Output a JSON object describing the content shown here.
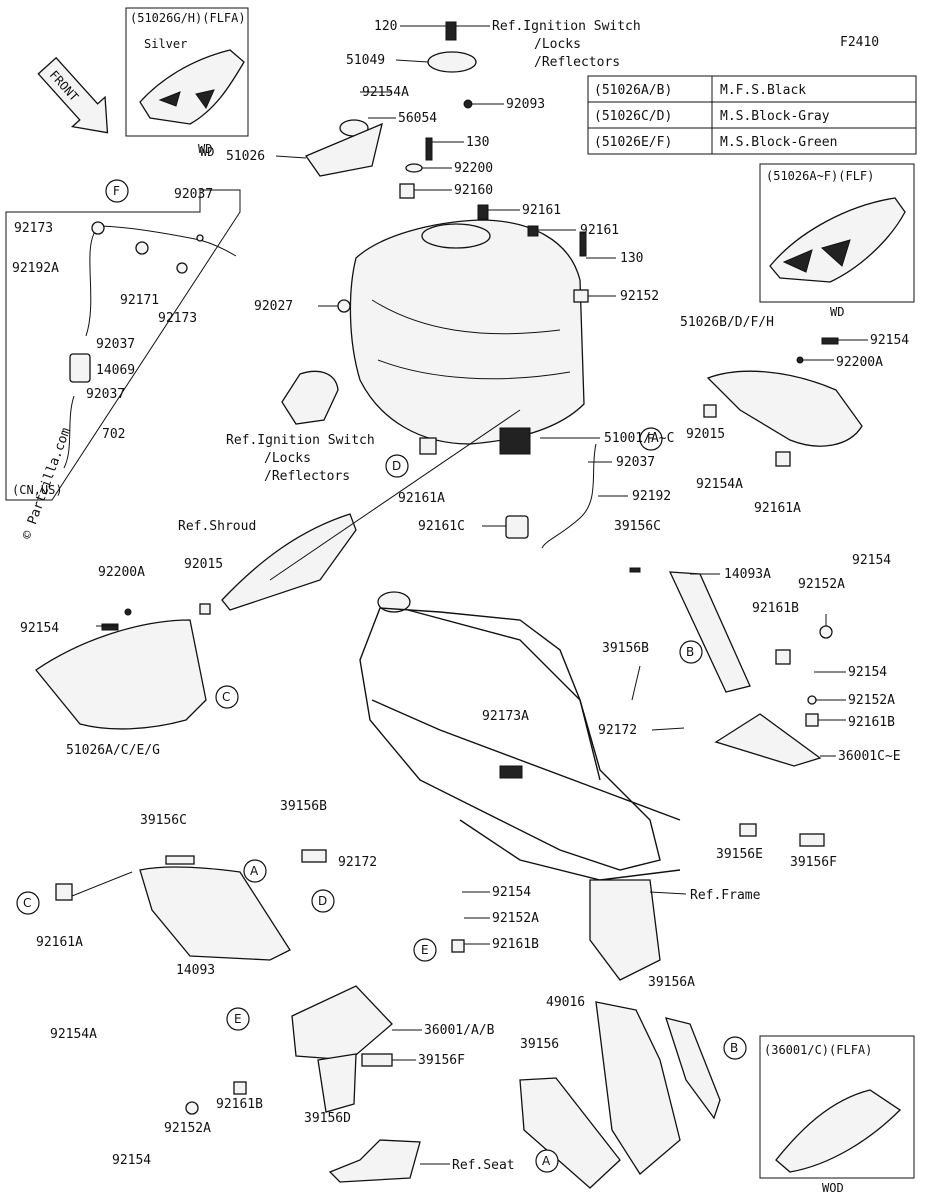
{
  "figure_code": "F2410",
  "front_label": "FRONT",
  "watermark": "© Partzilla.com",
  "color_table": [
    {
      "code": "(51026A/B)",
      "color": "M.F.S.Black"
    },
    {
      "code": "(51026C/D)",
      "color": "M.S.Block-Gray"
    },
    {
      "code": "(51026E/F)",
      "color": "M.S.Block-Green"
    }
  ],
  "insets": {
    "top_left_title": "(51026G/H)(FLFA)",
    "top_left_color": "Silver",
    "top_left_note": "WD",
    "top_right_title": "(51026A~F)(FLF)",
    "top_right_note": "WD",
    "bottom_right_title": "(36001/C)(FLFA)",
    "bottom_right_note": "WOD",
    "left_box_region": "(CN,US)"
  },
  "circle_letters": {
    "F1": "F",
    "F2": "F",
    "D1": "D",
    "D2": "D",
    "C1": "C",
    "C2": "C",
    "B1": "B",
    "B2": "B",
    "A1": "A",
    "A2": "A",
    "E1": "E",
    "E2": "E"
  },
  "refs": {
    "ignition_top_1": "Ref.Ignition Switch",
    "ignition_top_2": "/Locks",
    "ignition_top_3": "/Reflectors",
    "ignition_mid_1": "Ref.Ignition Switch",
    "ignition_mid_2": "/Locks",
    "ignition_mid_3": "/Reflectors",
    "shroud": "Ref.Shroud",
    "frame": "Ref.Frame",
    "seat": "Ref.Seat"
  },
  "parts": {
    "p120": "120",
    "p51049": "51049",
    "p92154A_top": "92154A",
    "p92093": "92093",
    "p56054": "56054",
    "p51026": "51026",
    "p51026_wd": "WD",
    "p130_a": "130",
    "p92200": "92200",
    "p92160": "92160",
    "p92161_a": "92161",
    "p92161_b": "92161",
    "p130_b": "130",
    "p92152": "92152",
    "p92027": "92027",
    "p92037_a": "92037",
    "p92173_a": "92173",
    "p92192A": "92192A",
    "p92171": "92171",
    "p92173_b": "92173",
    "p92037_b": "92037",
    "p14069": "14069",
    "p92037_c": "92037",
    "p702": "702",
    "p51026BDFH": "51026B/D/F/H",
    "p92154_r1": "92154",
    "p92200A_r": "92200A",
    "p92015_r": "92015",
    "p92161A_r": "92161A",
    "p51001": "51001/A~C",
    "p92037_d": "92037",
    "p92192": "92192",
    "p92161A_m": "92161A",
    "p92161C": "92161C",
    "p92154A_m": "92154A",
    "p39156C_r": "39156C",
    "p14093A": "14093A",
    "p92154_r2": "92154",
    "p92152A_r1": "92152A",
    "p92161B_r1": "92161B",
    "p39156B_r": "39156B",
    "p92154_r3": "92154",
    "p92152A_r2": "92152A",
    "p92161B_r2": "92161B",
    "p92172_r": "92172",
    "p36001CE": "36001C~E",
    "p39156E": "39156E",
    "p39156F_r": "39156F",
    "p92200A_l": "92200A",
    "p92015_l": "92015",
    "p92154_l": "92154",
    "p51026ACEG": "51026A/C/E/G",
    "p92173A": "92173A",
    "p39156C_l": "39156C",
    "p39156B_l": "39156B",
    "p92172_l": "92172",
    "p92161A_l": "92161A",
    "p14093": "14093",
    "p92154A_l": "92154A",
    "p92154_m": "92154",
    "p92152A_m": "92152A",
    "p92161B_m": "92161B",
    "p36001AB": "36001/A/B",
    "p39156F_l": "39156F",
    "p39156D": "39156D",
    "p92161B_b": "92161B",
    "p92152A_b": "92152A",
    "p92154_b": "92154",
    "p49016": "49016",
    "p39156A": "39156A",
    "p39156": "39156"
  }
}
